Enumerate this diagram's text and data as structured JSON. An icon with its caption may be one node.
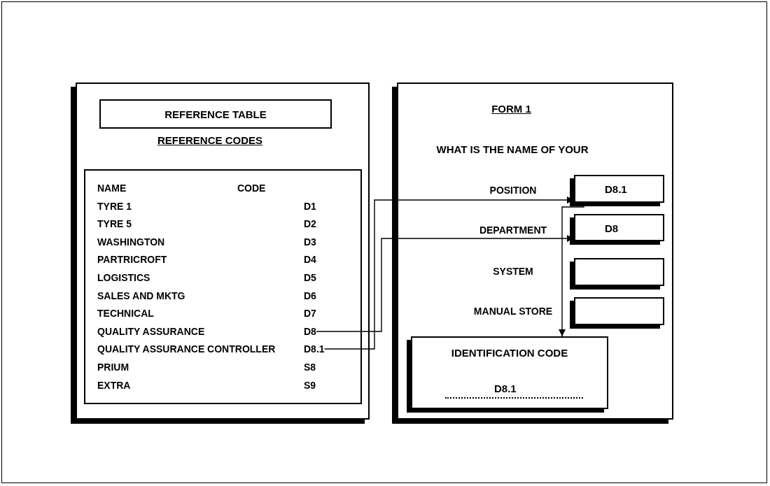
{
  "diagram": {
    "nodes": [
      {
        "text": [
          "REFERENCE CODES"
        ]
      },
      {
        "text": [
          "REFERENCE TABLE"
        ],
        "in": 0
      },
      {
        "text": [],
        "shape": "box",
        "in": 0
      },
      {
        "text": [
          "D8"
        ],
        "in": 2
      },
      {
        "text": [
          "D8.1"
        ],
        "in": 2
      },
      {
        "text": [
          "FORM 1"
        ]
      },
      {
        "text": [
          "D8.1"
        ],
        "in": 5
      },
      {
        "text": [
          "D8"
        ],
        "in": 5
      },
      {
        "text": [],
        "shape": "box",
        "in": 5
      },
      {
        "text": [],
        "shape": "box",
        "in": 5
      },
      {
        "text": [
          "IDENTIFICATION CODE",
          "D8.1"
        ],
        "in": 5
      }
    ],
    "edges": [
      {
        "from": 4,
        "to": 6,
        "arrow": "to"
      },
      {
        "from": 3,
        "to": 7,
        "arrow": "to"
      },
      {
        "from": 6,
        "to": 10,
        "arrow": "to"
      }
    ],
    "labels": [
      "NAME",
      "CODE",
      "TYRE 1",
      "D1",
      "TYRE 5",
      "D2",
      "WASHINGTON",
      "D3",
      "PARTRICROFT",
      "D4",
      "LOGISTICS",
      "D5",
      "SALES AND MKTG",
      "D6",
      "TECHNICAL",
      "D7",
      "QUALITY ASSURANCE",
      "QUALITY ASSURANCE CONTROLLER",
      "PRIUM",
      "S8",
      "EXTRA",
      "S9",
      "WHAT IS THE NAME OF YOUR",
      "POSITION",
      "DEPARTMENT",
      "SYSTEM",
      "MANUAL STORE"
    ]
  }
}
